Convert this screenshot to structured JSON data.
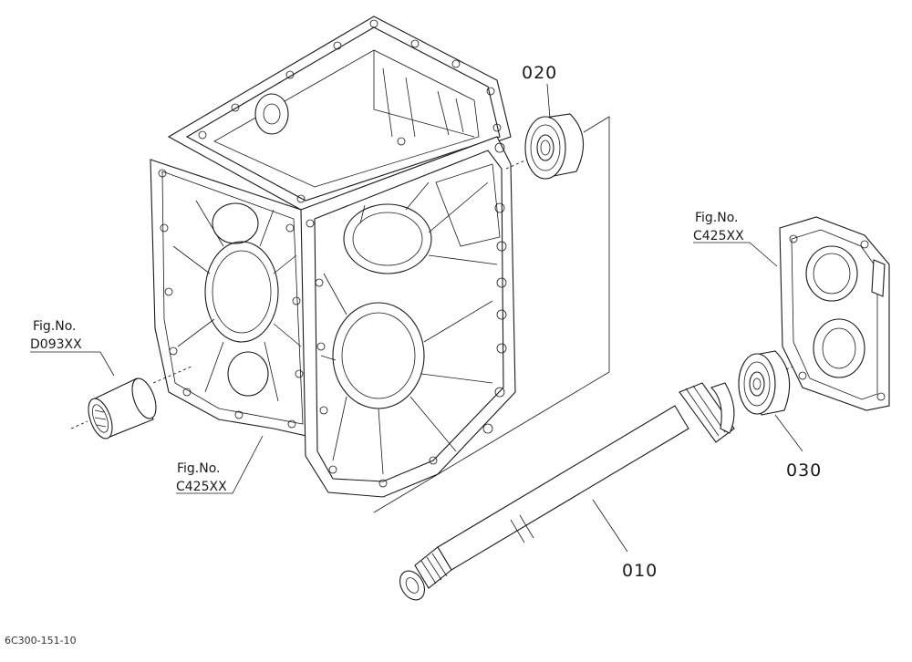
{
  "diagram": {
    "parts": [
      {
        "id": "020"
      },
      {
        "id": "030"
      },
      {
        "id": "010"
      }
    ],
    "references": {
      "left_sleeve": {
        "prefix": "Fig.No.",
        "code": "D093XX"
      },
      "case_bottom": {
        "prefix": "Fig.No.",
        "code": "C425XX"
      },
      "right_cover": {
        "prefix": "Fig.No.",
        "code": "C425XX"
      }
    },
    "drawing_code": "6C300-151-10"
  }
}
